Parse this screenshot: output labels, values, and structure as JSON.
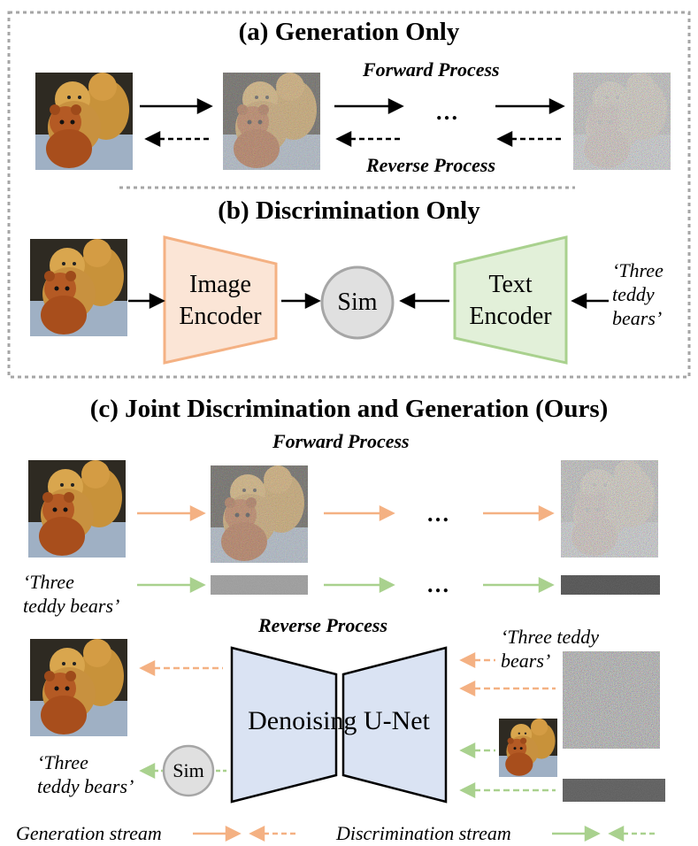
{
  "panel_a": {
    "title": "(a) Generation Only",
    "forward_label": "Forward Process",
    "reverse_label": "Reverse Process",
    "ellipsis": "…"
  },
  "panel_b": {
    "title": "(b) Discrimination Only",
    "image_encoder_line1": "Image",
    "image_encoder_line2": "Encoder",
    "sim_label": "Sim",
    "text_encoder_line1": "Text",
    "text_encoder_line2": "Encoder",
    "caption_line1": "‘Three",
    "caption_line2": "teddy",
    "caption_line3": "bears’"
  },
  "panel_c": {
    "title": "(c) Joint Discrimination and Generation (Ours)",
    "forward_label": "Forward Process",
    "reverse_label": "Reverse Process",
    "ellipsis": "…",
    "caption_left_line1": "‘Three",
    "caption_left_line2": "teddy bears’",
    "caption_right_line1": "‘Three teddy",
    "caption_right_line2": "bears’",
    "unet_label": "Denoising U-Net",
    "sim_label": "Sim",
    "caption_sim_line1": "‘Three",
    "caption_sim_line2": "teddy bears’"
  },
  "legend": {
    "generation": "Generation stream",
    "discrimination": "Discrimination stream"
  },
  "colors": {
    "generation_stream": "#f4b183",
    "discrimination_stream": "#a9d18e",
    "image_encoder_fill": "#fbe5d6",
    "image_encoder_stroke": "#f4b183",
    "text_encoder_fill": "#e2f0d9",
    "text_encoder_stroke": "#a9d18e",
    "unet_fill": "#dae3f3",
    "sim_fill": "#e0e0e0",
    "dashed_border": "#a6a6a6"
  }
}
